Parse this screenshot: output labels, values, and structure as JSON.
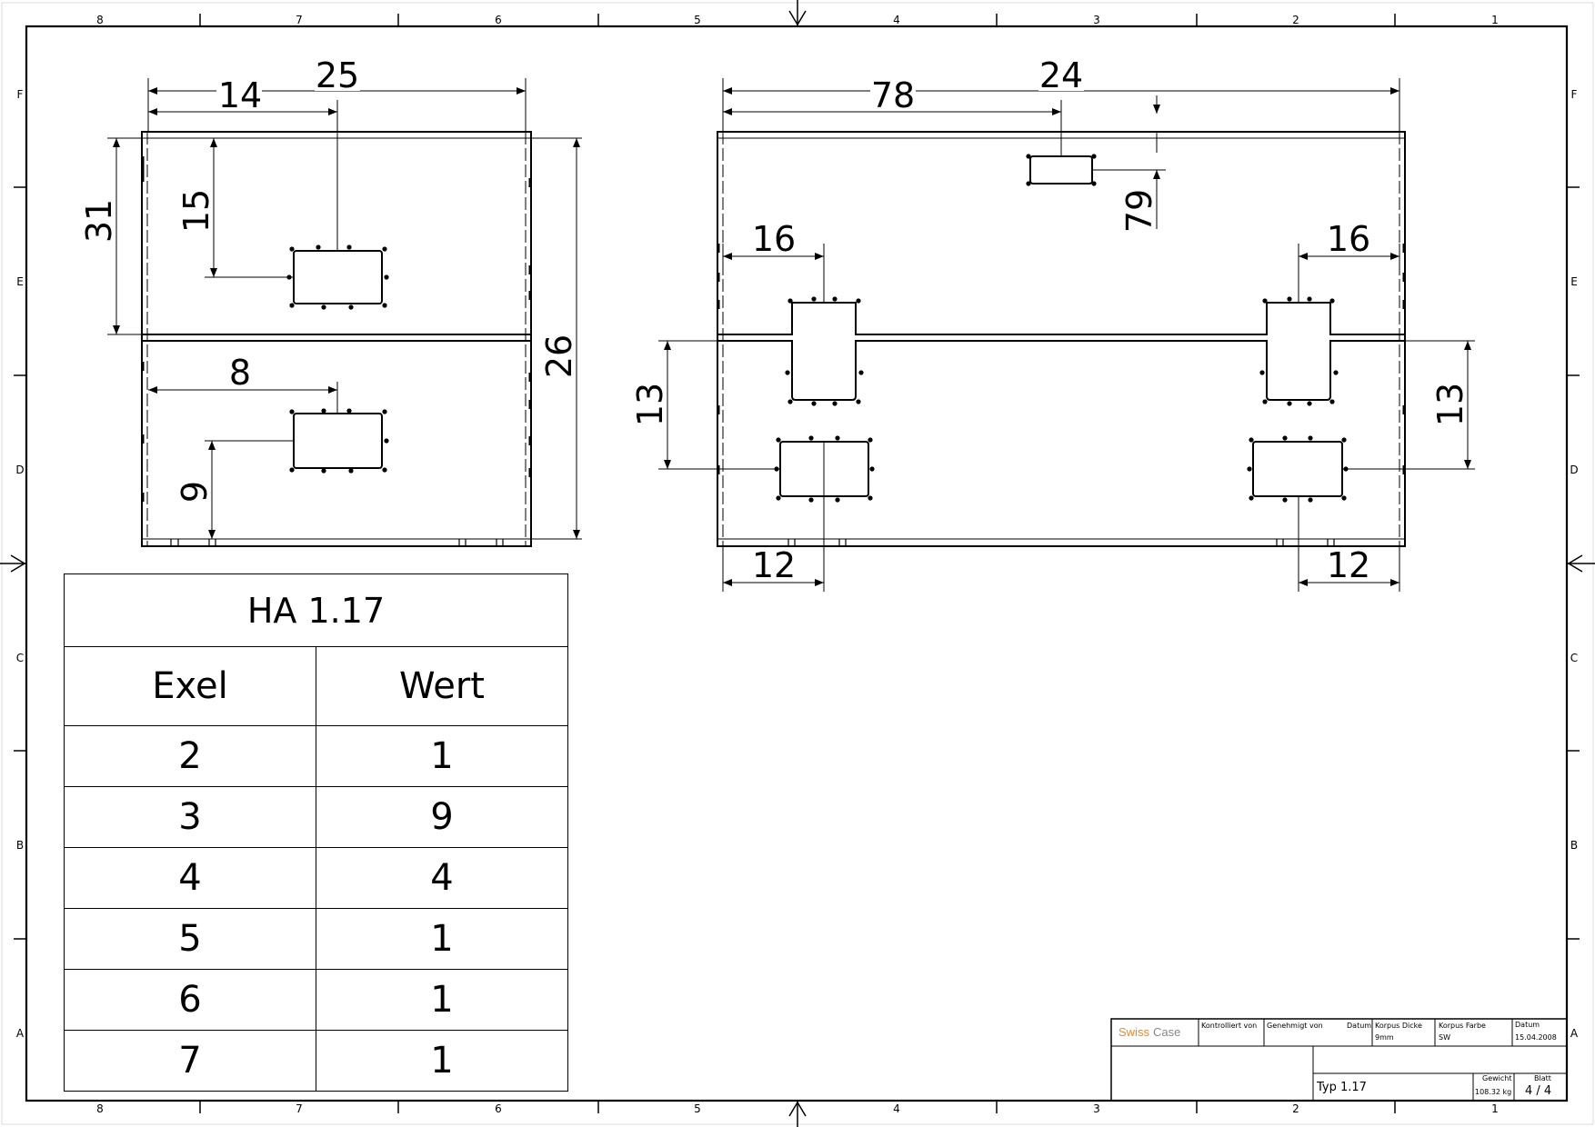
{
  "zones": {
    "columns": [
      "8",
      "7",
      "6",
      "5",
      "4",
      "3",
      "2",
      "1"
    ],
    "rows": [
      "F",
      "E",
      "D",
      "C",
      "B",
      "A"
    ]
  },
  "left_view": {
    "dims": {
      "top_offset_a": "14",
      "top_width": "25",
      "left_height": "31",
      "hole_offset_v": "15",
      "total_height": "26",
      "lower_hole_h": "8",
      "lower_hole_v": "9"
    }
  },
  "right_view": {
    "dims": {
      "top_offset": "78",
      "top_width": "24",
      "right_offset": "79",
      "left_spacing": "16",
      "right_spacing": "16",
      "left_height": "13",
      "right_height": "13",
      "bottom_left": "12",
      "bottom_right": "12"
    }
  },
  "table": {
    "title": "HA 1.17",
    "headers": [
      "Exel",
      "Wert"
    ],
    "rows": [
      [
        "2",
        "1"
      ],
      [
        "3",
        "9"
      ],
      [
        "4",
        "4"
      ],
      [
        "5",
        "1"
      ],
      [
        "6",
        "1"
      ],
      [
        "7",
        "1"
      ]
    ]
  },
  "title_block": {
    "logo_swiss": "Swiss",
    "logo_case": "Case",
    "kontrolliert": "Kontrolliert von",
    "genehmigt": "Genehmigt von",
    "datum_label_1": "Datum",
    "korpus_dicke_label": "Korpus Dicke",
    "korpus_dicke": "9mm",
    "korpus_farbe_label": "Korpus Farbe",
    "korpus_farbe": "SW",
    "datum_label_2": "Datum",
    "datum": "15.04.2008",
    "type": "Typ 1.17",
    "gewicht_label": "Gewicht",
    "gewicht": "108.32 kg",
    "blatt_label": "Blatt",
    "blatt": "4 / 4"
  },
  "colors": {
    "line": "#000000",
    "logo_orange": "#e8882a",
    "logo_gray": "#888888"
  }
}
